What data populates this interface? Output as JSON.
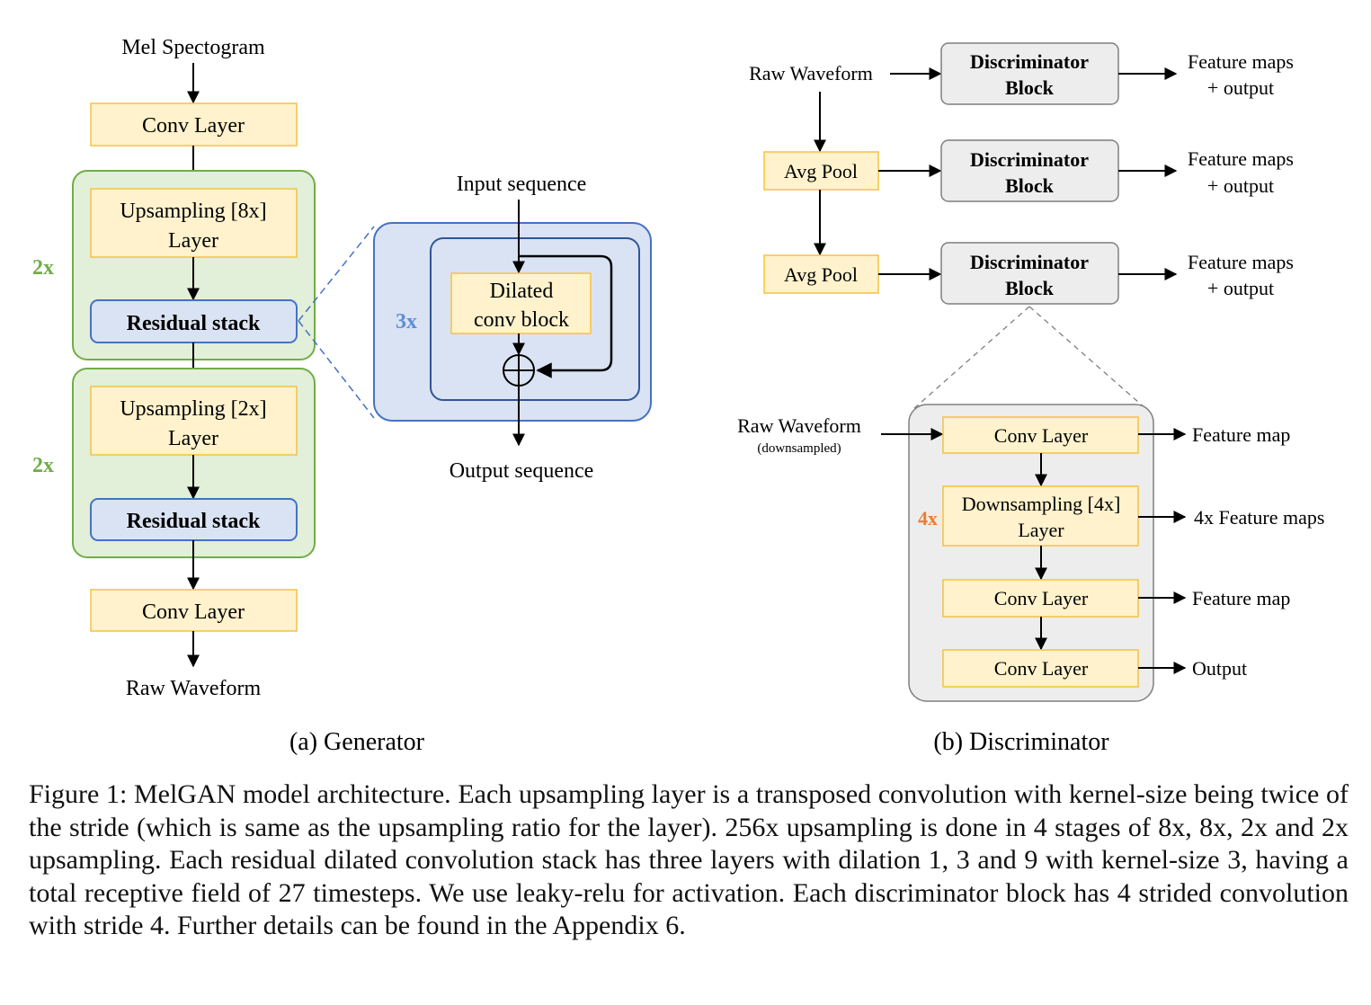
{
  "generator": {
    "input_label": "Mel Spectogram",
    "conv_in": "Conv Layer",
    "stage1": {
      "repeat": "2x",
      "upsample_line1": "Upsampling [8x]",
      "upsample_line2": "Layer",
      "residual": "Residual stack"
    },
    "stage2": {
      "repeat": "2x",
      "upsample_line1": "Upsampling [2x]",
      "upsample_line2": "Layer",
      "residual": "Residual stack"
    },
    "conv_out": "Conv Layer",
    "output_label": "Raw Waveform",
    "subcaption": "(a) Generator"
  },
  "residual_detail": {
    "input_label": "Input sequence",
    "repeat": "3x",
    "block_line1": "Dilated",
    "block_line2": "conv block",
    "output_label": "Output sequence"
  },
  "discriminator": {
    "input_label": "Raw Waveform",
    "avg_pool_1": "Avg Pool",
    "avg_pool_2": "Avg Pool",
    "block_line1": "Discriminator",
    "block_line2": "Block",
    "output_line1": "Feature maps",
    "output_line2": "+ output",
    "subcaption": "(b) Discriminator"
  },
  "disc_detail": {
    "input_line1": "Raw Waveform",
    "input_line2": "(downsampled)",
    "conv1": "Conv Layer",
    "repeat": "4x",
    "down_line1": "Downsampling [4x]",
    "down_line2": "Layer",
    "conv2": "Conv Layer",
    "conv3": "Conv Layer",
    "out1": "Feature map",
    "out2": "4x Feature maps",
    "out3": "Feature map",
    "out4": "Output"
  },
  "caption": "Figure 1: MelGAN model architecture. Each upsampling layer is a transposed convolution with kernel-size being twice of the stride (which is same as the upsampling ratio for the layer). 256x upsampling is done in 4 stages of 8x, 8x, 2x and 2x upsampling. Each residual dilated convolution stack has three layers with dilation 1, 3 and 9 with kernel-size 3, having a total receptive field of 27 timesteps. We use leaky-relu for activation. Each discriminator block has 4 strided convolution with stride 4. Further details can be found in the Appendix 6.",
  "colors": {
    "yellow_fill": "#fff2cc",
    "yellow_stroke": "#f5c242",
    "green_fill": "#e2efd9",
    "green_stroke": "#70ad47",
    "blue_fill": "#dae3f3",
    "blue_stroke": "#4472c4",
    "gray_fill": "#ededed",
    "gray_stroke": "#7f7f7f",
    "orange_text": "#ed7d31"
  }
}
